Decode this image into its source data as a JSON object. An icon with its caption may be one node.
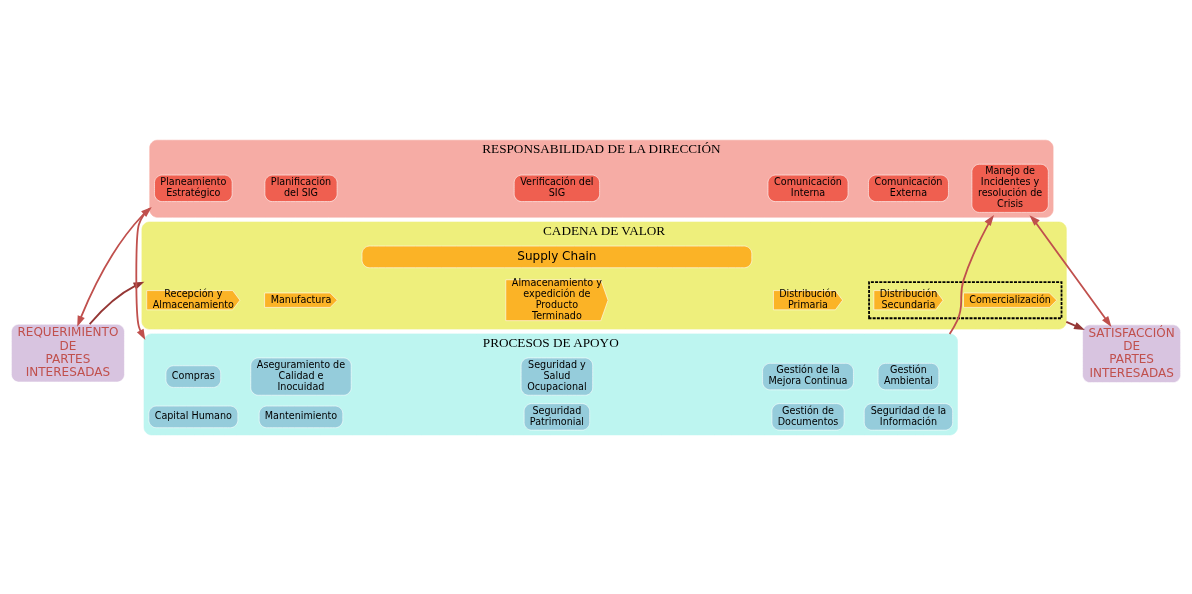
{
  "diagram": {
    "nodes": [
      {
        "text": [
          "REQUERIMIENTO DE PARTES INTERESADAS"
        ]
      },
      {
        "text": [
          "RESPONSABILIDAD DE LA DIRECCIÓN"
        ]
      },
      {
        "text": [
          "Planeamiento Estratégico"
        ],
        "in": 1
      },
      {
        "text": [
          "Planificación del SIG"
        ],
        "in": 1
      },
      {
        "text": [
          "Verificación del SIG"
        ],
        "in": 1
      },
      {
        "text": [
          "Comunicación Interna"
        ],
        "in": 1
      },
      {
        "text": [
          "Comunicación Externa"
        ],
        "in": 1
      },
      {
        "text": [
          "Manejo de Incidentes y resolución de Crisis"
        ],
        "in": 1
      },
      {
        "text": [
          "CADENA DE VALOR"
        ]
      },
      {
        "text": [
          "Supply Chain"
        ],
        "in": 8
      },
      {
        "text": [
          "Recepción y Almacenamiento"
        ],
        "in": 8
      },
      {
        "text": [
          "Manufactura"
        ],
        "in": 8
      },
      {
        "text": [
          "Almacenamiento y expedición de Producto Terminado"
        ],
        "in": 8
      },
      {
        "text": [
          "Distribución Primaria"
        ],
        "in": 8
      },
      {
        "text": [],
        "shape": "box",
        "in": 8
      },
      {
        "text": [
          "Distribución Secundaria"
        ],
        "in": 14
      },
      {
        "text": [
          "Comercialización"
        ],
        "in": 14
      },
      {
        "text": [
          "PROCESOS DE APOYO"
        ]
      },
      {
        "text": [
          "Compras"
        ],
        "in": 17
      },
      {
        "text": [
          "Aseguramiento de Calidad e Inocuidad"
        ],
        "in": 17
      },
      {
        "text": [
          "Seguridad y Salud Ocupacional"
        ],
        "in": 17
      },
      {
        "text": [
          "Gestión de la Mejora Continua"
        ],
        "in": 17
      },
      {
        "text": [
          "Gestión Ambiental"
        ],
        "in": 17
      },
      {
        "text": [
          "Capital Humano"
        ],
        "in": 17
      },
      {
        "text": [
          "Mantenimiento"
        ],
        "in": 17
      },
      {
        "text": [
          "Seguridad Patrimonial"
        ],
        "in": 17
      },
      {
        "text": [
          "Gestión de Documentos"
        ],
        "in": 17
      },
      {
        "text": [
          "Seguridad de la Información"
        ],
        "in": 17
      },
      {
        "text": [
          "SATISFACCIÓN DE PARTES INTERESADAS"
        ]
      }
    ],
    "edges": [
      {
        "from": 0,
        "to": 1,
        "arrow": "both"
      },
      {
        "from": 28,
        "to": 1,
        "arrow": "both"
      },
      {
        "from": 0,
        "to": 8,
        "arrow": "to",
        "color": "#953735"
      },
      {
        "from": 8,
        "to": 28,
        "arrow": "to",
        "color": "#953735"
      },
      {
        "from": 1,
        "to": 17,
        "arrow": "to"
      },
      {
        "from": 17,
        "to": 1,
        "arrow": "to"
      }
    ]
  }
}
